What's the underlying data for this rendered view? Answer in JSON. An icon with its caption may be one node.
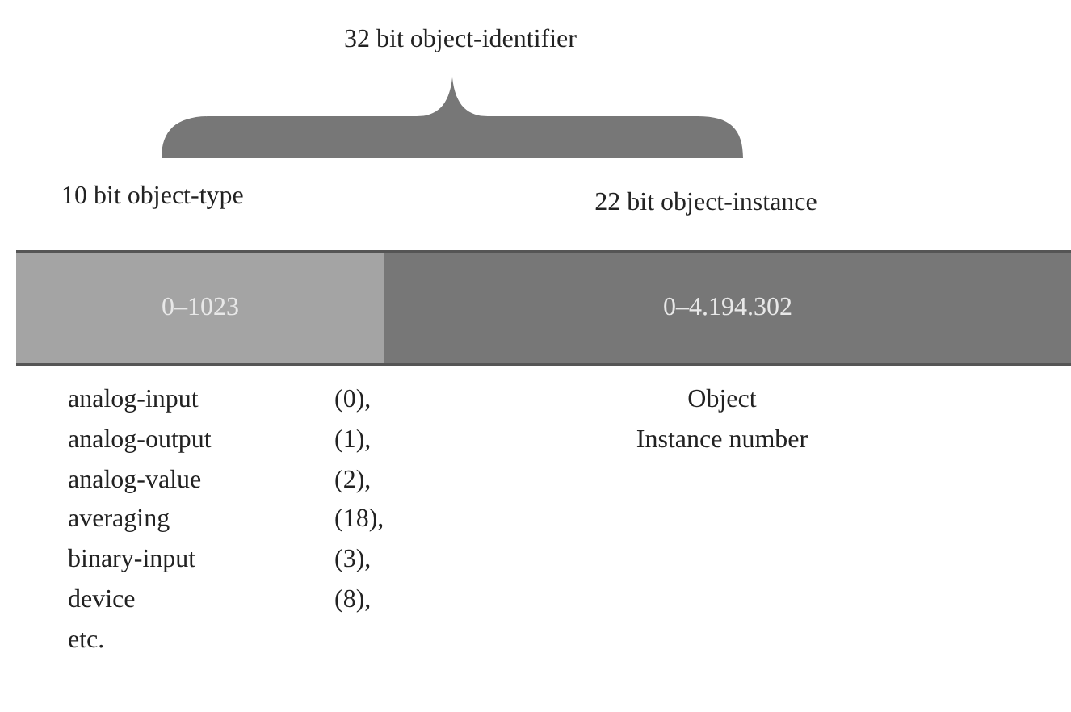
{
  "diagram": {
    "nodes": [
      {
        "text": [
          "0–1023"
        ],
        "beside": [
          "10 bit object-type"
        ]
      },
      {
        "text": [
          "0–4.194.302"
        ],
        "beside": [
          "22 bit object-instance"
        ]
      }
    ],
    "labels": [
      "32 bit object-identifier",
      "analog-input",
      "(0),",
      "Object",
      "analog-output",
      "(1),",
      "Instance number",
      "analog-value",
      "(2),",
      "averaging",
      "(18),",
      "binary-input",
      "(3),",
      "device",
      "(8),",
      "etc."
    ]
  }
}
